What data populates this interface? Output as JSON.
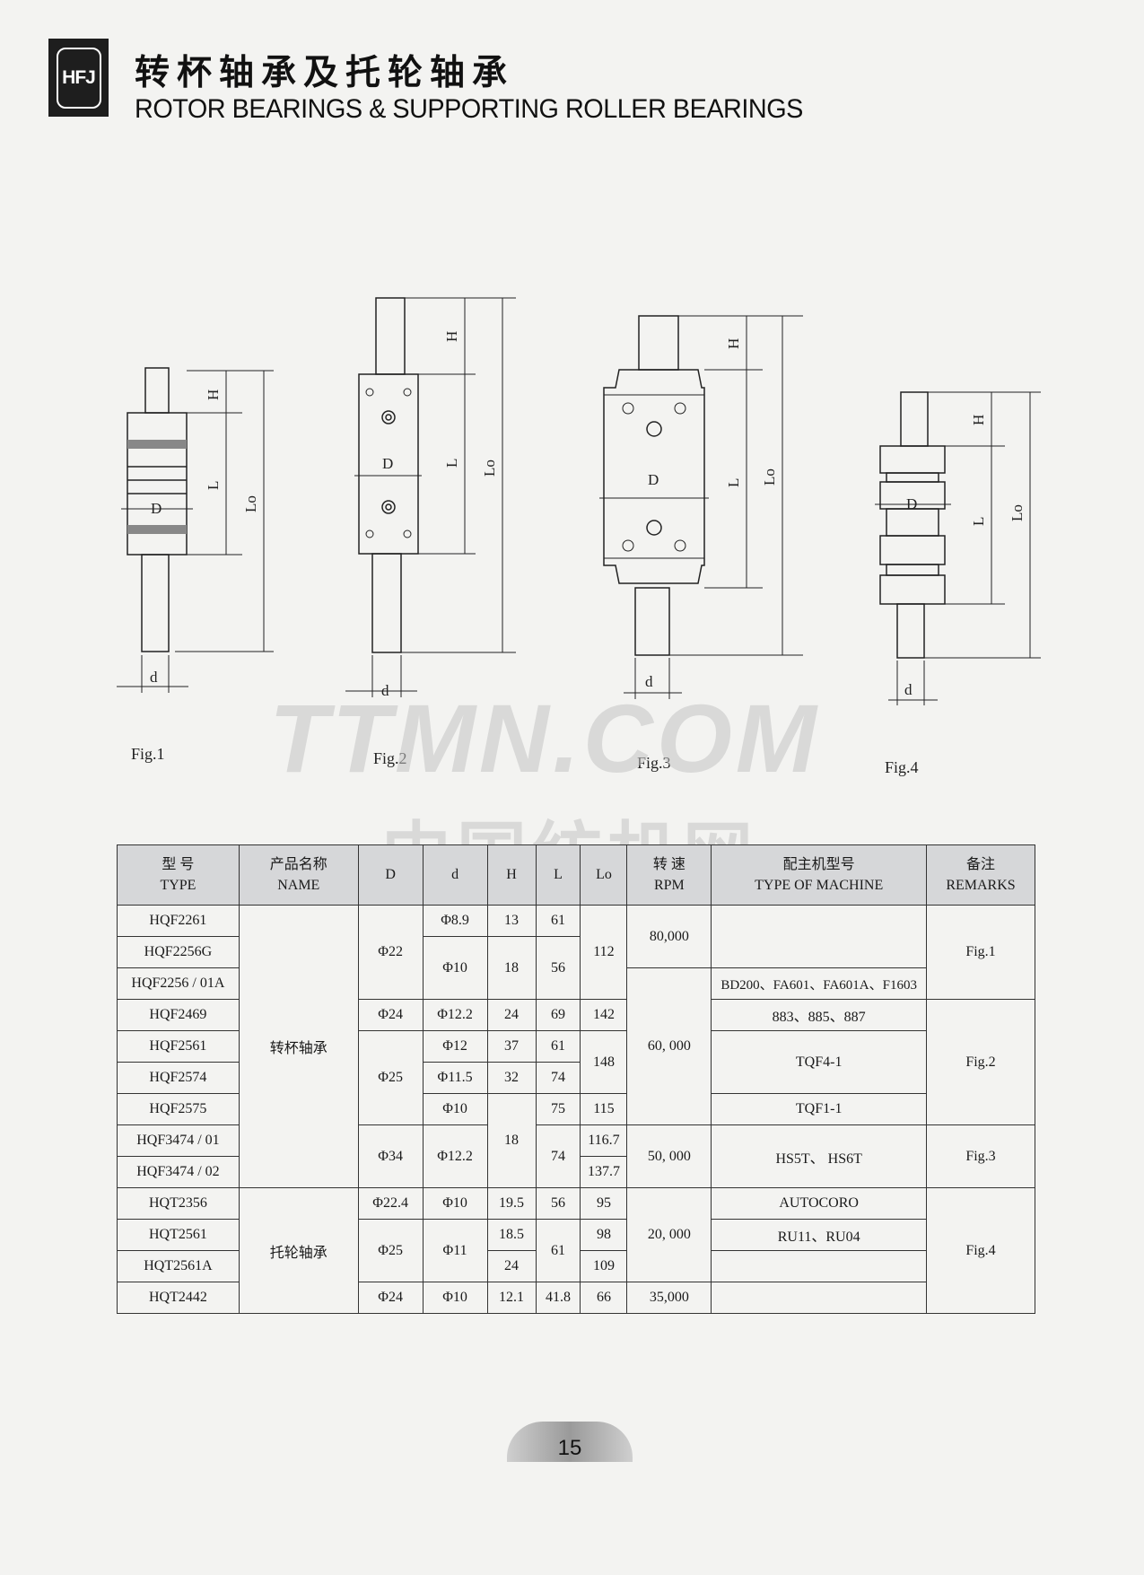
{
  "header": {
    "logo_text": "HFJ",
    "title_cn": "转杯轴承及托轮轴承",
    "title_en": "ROTOR BEARINGS & SUPPORTING ROLLER  BEARINGS"
  },
  "figures": [
    {
      "label": "Fig.1",
      "dims": [
        "H",
        "L",
        "Lo",
        "D",
        "d"
      ]
    },
    {
      "label": "Fig.2",
      "dims": [
        "H",
        "L",
        "Lo",
        "D",
        "d"
      ]
    },
    {
      "label": "Fig.3",
      "dims": [
        "H",
        "L",
        "Lo",
        "D",
        "d"
      ]
    },
    {
      "label": "Fig.4",
      "dims": [
        "H",
        "L",
        "Lo",
        "D",
        "d"
      ]
    }
  ],
  "watermark": {
    "en": "TTMN.COM",
    "cn": "中国纺机网"
  },
  "table": {
    "headers": {
      "type_cn": "型 号",
      "type_en": "TYPE",
      "name_cn": "产品名称",
      "name_en": "NAME",
      "D": "D",
      "d": "d",
      "H": "H",
      "L": "L",
      "Lo": "Lo",
      "rpm_cn": "转 速",
      "rpm_en": "RPM",
      "machine_cn": "配主机型号",
      "machine_en": "TYPE OF MACHINE",
      "remarks_cn": "备注",
      "remarks_en": "REMARKS"
    },
    "types": [
      "HQF2261",
      "HQF2256G",
      "HQF2256 / 01A",
      "HQF2469",
      "HQF2561",
      "HQF2574",
      "HQF2575",
      "HQF3474 / 01",
      "HQF3474 / 02",
      "HQT2356",
      "HQT2561",
      "HQT2561A",
      "HQT2442"
    ],
    "names": [
      "转杯轴承",
      "托轮轴承"
    ],
    "D": [
      "Φ22",
      "Φ24",
      "Φ25",
      "Φ34",
      "Φ22.4",
      "Φ25",
      "Φ24"
    ],
    "d": [
      "Φ8.9",
      "Φ10",
      "Φ12.2",
      "Φ12",
      "Φ11.5",
      "Φ10",
      "Φ12.2",
      "Φ10",
      "Φ11",
      "Φ10"
    ],
    "H": [
      "13",
      "18",
      "24",
      "37",
      "32",
      "18",
      "19.5",
      "18.5",
      "24",
      "12.1"
    ],
    "L": [
      "61",
      "56",
      "69",
      "61",
      "74",
      "75",
      "74",
      "56",
      "61",
      "41.8"
    ],
    "Lo": [
      "112",
      "142",
      "148",
      "115",
      "116.7",
      "137.7",
      "95",
      "98",
      "109",
      "66"
    ],
    "rpm": [
      "80,000",
      "60, 000",
      "50, 000",
      "20, 000",
      "35,000"
    ],
    "machine": [
      "BD200、FA601、FA601A、F1603",
      "883、885、887",
      "TQF4-1",
      "TQF1-1",
      "HS5T、 HS6T",
      "AUTOCORO",
      "RU11、RU04"
    ],
    "remarks": [
      "Fig.1",
      "Fig.2",
      "Fig.3",
      "Fig.4"
    ]
  },
  "footer": {
    "page_number": "15"
  }
}
